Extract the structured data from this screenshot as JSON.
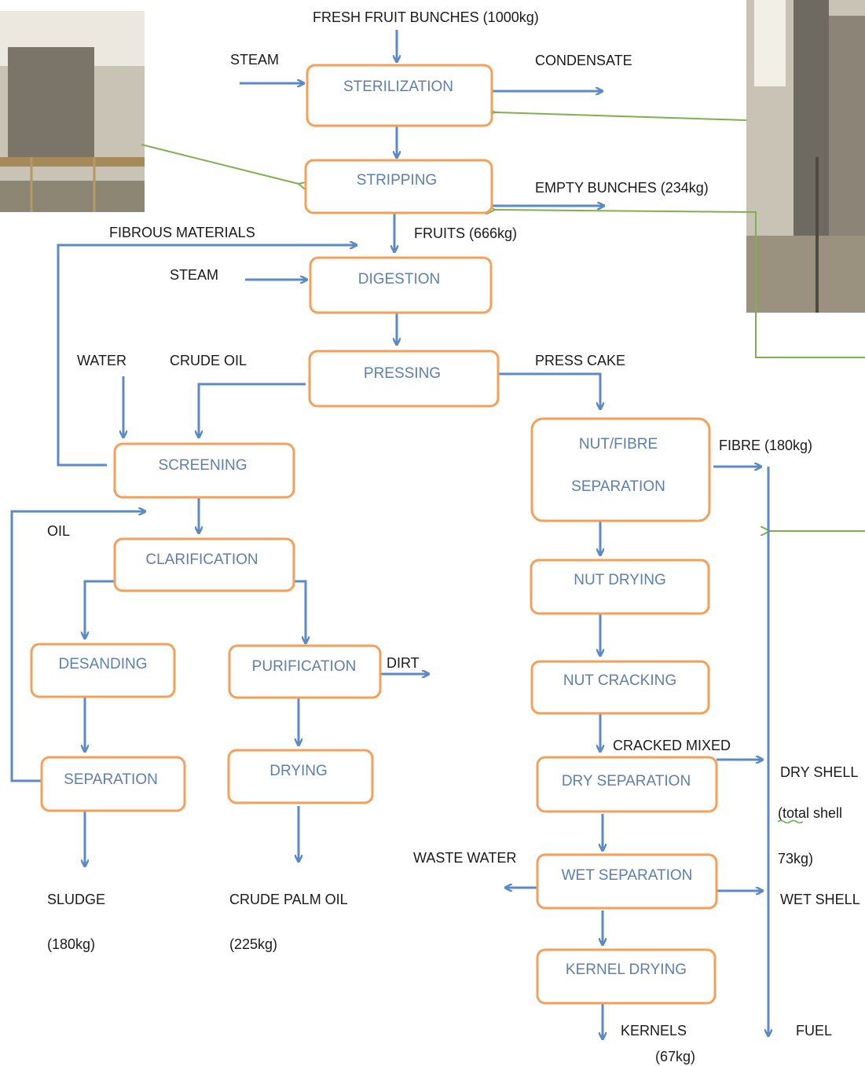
{
  "colors": {
    "box_border": "#f5a05a",
    "box_text": "#5b7fb3",
    "flow_arrow": "#5b8ac4",
    "pointer": "#7fb04e",
    "label": "#1a1a1a"
  },
  "photos": {
    "left": "factory-photo",
    "right": "factory-photo"
  },
  "boxes": {
    "sterilization": "STERILIZATION",
    "stripping": "STRIPPING",
    "digestion": "DIGESTION",
    "pressing": "PRESSING",
    "screening": "SCREENING",
    "clarification": "CLARIFICATION",
    "desanding": "DESANDING",
    "separation": "SEPARATION",
    "purification": "PURIFICATION",
    "drying": "DRYING",
    "nut_fibre_line1": "NUT/FIBRE",
    "nut_fibre_line2": "SEPARATION",
    "nut_drying": "NUT DRYING",
    "nut_cracking": "NUT CRACKING",
    "dry_separation": "DRY SEPARATION",
    "wet_separation": "WET SEPARATION",
    "kernel_drying": "KERNEL DRYING"
  },
  "labels": {
    "ffb": "FRESH FRUIT BUNCHES (1000kg)",
    "steam_top": "STEAM",
    "condensate": "CONDENSATE",
    "empty_bunches": "EMPTY BUNCHES (234kg)",
    "fibrous_materials": "FIBROUS MATERIALS",
    "fruits": "FRUITS  (666kg)",
    "steam_mid": "STEAM",
    "water": "WATER",
    "crude_oil": "CRUDE OIL",
    "press_cake": "PRESS CAKE",
    "fibre": "FIBRE (180kg)",
    "oil": "OIL",
    "dirt": "DIRT",
    "cracked_mixed": "CRACKED MIXED",
    "dry_shell": "DRY SHELL",
    "total_shell_a": "(total shell",
    "total_shell_b": "73kg)",
    "waste_water": "WASTE WATER",
    "wet_shell": "WET SHELL",
    "sludge": "SLUDGE",
    "sludge_qty": "(180kg)",
    "cpo": "CRUDE PALM OIL",
    "cpo_qty": "(225kg)",
    "kernels": "KERNELS",
    "kernels_qty": "(67kg)",
    "fuel": "FUEL"
  }
}
